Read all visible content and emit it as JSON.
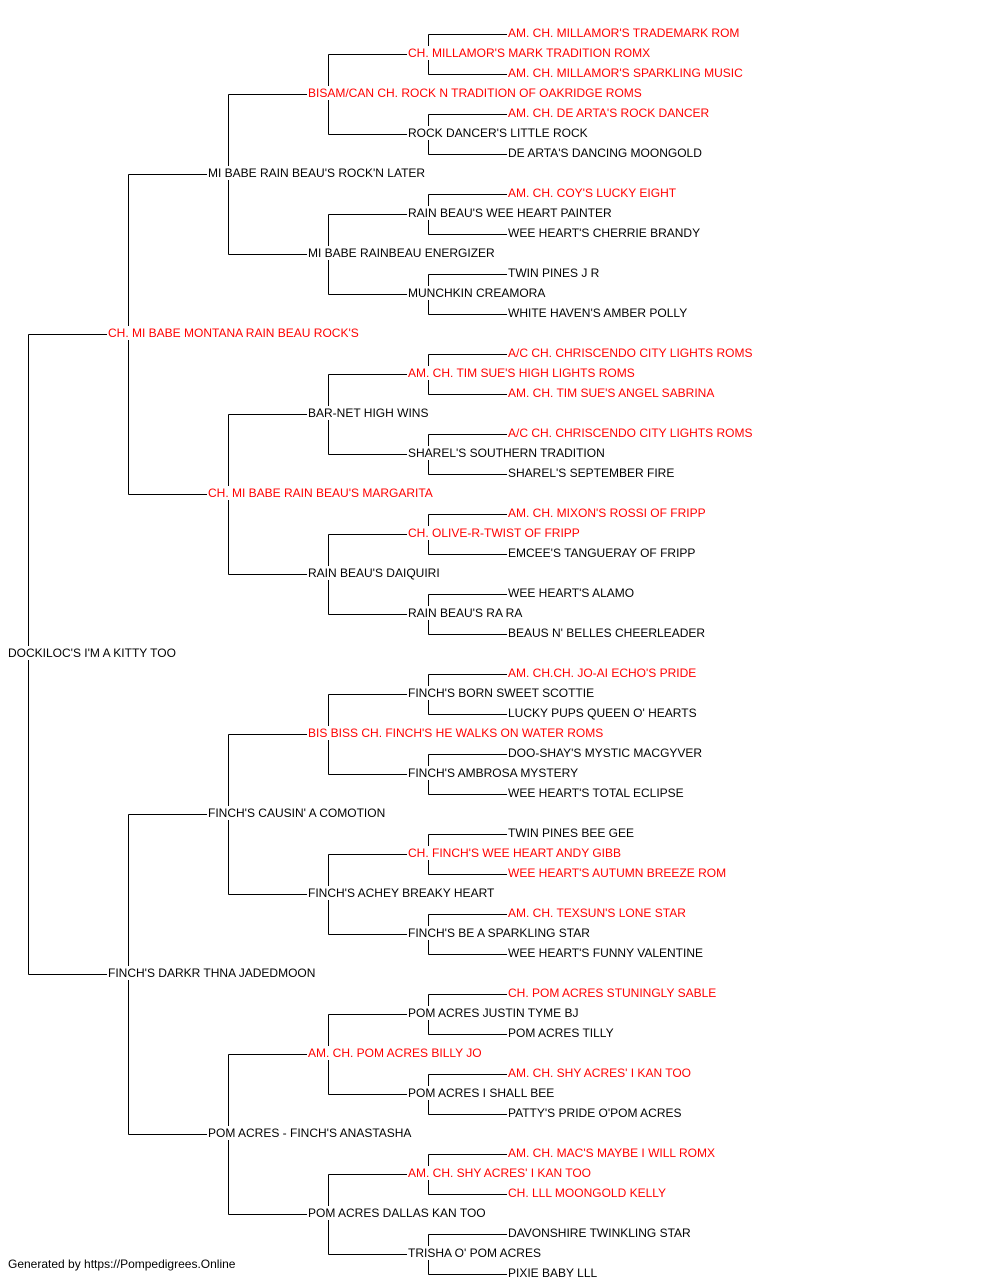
{
  "champion_color": "#ff0000",
  "normal_color": "#000000",
  "footer": "Generated by https://Pompedigrees.Online",
  "generations": [
    [
      {
        "name": "DOCKILOC'S I'M A KITTY TOO",
        "champion": false
      }
    ],
    [
      {
        "name": "CH. MI BABE MONTANA RAIN BEAU ROCK'S",
        "champion": true
      },
      {
        "name": "FINCH'S DARKR THNA JADEDMOON",
        "champion": false
      }
    ],
    [
      {
        "name": "MI BABE RAIN BEAU'S ROCK'N LATER",
        "champion": false
      },
      {
        "name": "CH. MI BABE RAIN BEAU'S MARGARITA",
        "champion": true
      },
      {
        "name": "FINCH'S CAUSIN' A COMOTION",
        "champion": false
      },
      {
        "name": "POM ACRES - FINCH'S ANASTASHA",
        "champion": false
      }
    ],
    [
      {
        "name": "BISAM/CAN CH. ROCK N TRADITION OF OAKRIDGE ROMS",
        "champion": true
      },
      {
        "name": "MI BABE RAINBEAU ENERGIZER",
        "champion": false
      },
      {
        "name": "BAR-NET HIGH WINS",
        "champion": false
      },
      {
        "name": "RAIN BEAU'S DAIQUIRI",
        "champion": false
      },
      {
        "name": "BIS BISS CH. FINCH'S HE WALKS ON WATER ROMS",
        "champion": true
      },
      {
        "name": "FINCH'S ACHEY BREAKY HEART",
        "champion": false
      },
      {
        "name": "AM. CH. POM ACRES BILLY JO",
        "champion": true
      },
      {
        "name": "POM ACRES DALLAS KAN TOO",
        "champion": false
      }
    ],
    [
      {
        "name": "CH. MILLAMOR'S MARK TRADITION ROMX",
        "champion": true
      },
      {
        "name": "ROCK DANCER'S LITTLE ROCK",
        "champion": false
      },
      {
        "name": "RAIN BEAU'S WEE HEART PAINTER",
        "champion": false
      },
      {
        "name": "MUNCHKIN CREAMORA",
        "champion": false
      },
      {
        "name": "AM. CH. TIM SUE'S HIGH LIGHTS ROMS",
        "champion": true
      },
      {
        "name": "SHAREL'S SOUTHERN TRADITION",
        "champion": false
      },
      {
        "name": "CH. OLIVE-R-TWIST OF FRIPP",
        "champion": true
      },
      {
        "name": "RAIN BEAU'S RA RA",
        "champion": false
      },
      {
        "name": "FINCH'S BORN SWEET SCOTTIE",
        "champion": false
      },
      {
        "name": "FINCH'S AMBROSA MYSTERY",
        "champion": false
      },
      {
        "name": "CH. FINCH'S WEE HEART ANDY GIBB",
        "champion": true
      },
      {
        "name": "FINCH'S BE A SPARKLING STAR",
        "champion": false
      },
      {
        "name": "POM ACRES JUSTIN TYME BJ",
        "champion": false
      },
      {
        "name": "POM ACRES I SHALL BEE",
        "champion": false
      },
      {
        "name": "AM. CH. SHY ACRES' I KAN TOO",
        "champion": true
      },
      {
        "name": "TRISHA O' POM ACRES",
        "champion": false
      }
    ],
    [
      {
        "name": "AM. CH. MILLAMOR'S TRADEMARK ROM",
        "champion": true
      },
      {
        "name": "AM. CH. MILLAMOR'S SPARKLING MUSIC",
        "champion": true
      },
      {
        "name": "AM. CH. DE ARTA'S ROCK DANCER",
        "champion": true
      },
      {
        "name": "DE ARTA'S DANCING MOONGOLD",
        "champion": false
      },
      {
        "name": "AM. CH. COY'S LUCKY EIGHT",
        "champion": true
      },
      {
        "name": "WEE HEART'S CHERRIE BRANDY",
        "champion": false
      },
      {
        "name": "TWIN PINES J R",
        "champion": false
      },
      {
        "name": "WHITE HAVEN'S AMBER POLLY",
        "champion": false
      },
      {
        "name": "A/C CH. CHRISCENDO CITY LIGHTS ROMS",
        "champion": true
      },
      {
        "name": "AM. CH. TIM SUE'S ANGEL SABRINA",
        "champion": true
      },
      {
        "name": "A/C CH. CHRISCENDO CITY LIGHTS ROMS",
        "champion": true
      },
      {
        "name": "SHAREL'S SEPTEMBER FIRE",
        "champion": false
      },
      {
        "name": "AM. CH. MIXON'S ROSSI OF FRIPP",
        "champion": true
      },
      {
        "name": "EMCEE'S TANGUERAY OF FRIPP",
        "champion": false
      },
      {
        "name": "WEE HEART'S ALAMO",
        "champion": false
      },
      {
        "name": "BEAUS N' BELLES CHEERLEADER",
        "champion": false
      },
      {
        "name": "AM. CH.CH. JO-AI ECHO'S PRIDE",
        "champion": true
      },
      {
        "name": "LUCKY PUPS QUEEN O' HEARTS",
        "champion": false
      },
      {
        "name": "DOO-SHAY'S MYSTIC MACGYVER",
        "champion": false
      },
      {
        "name": "WEE HEART'S TOTAL ECLIPSE",
        "champion": false
      },
      {
        "name": "TWIN PINES BEE GEE",
        "champion": false
      },
      {
        "name": "WEE HEART'S AUTUMN BREEZE ROM",
        "champion": true
      },
      {
        "name": "AM. CH. TEXSUN'S LONE STAR",
        "champion": true
      },
      {
        "name": "WEE HEART'S FUNNY VALENTINE",
        "champion": false
      },
      {
        "name": "CH. POM ACRES STUNINGLY SABLE",
        "champion": true
      },
      {
        "name": "POM ACRES TILLY",
        "champion": false
      },
      {
        "name": "AM. CH. SHY ACRES' I KAN TOO",
        "champion": true
      },
      {
        "name": "PATTY'S PRIDE O'POM ACRES",
        "champion": false
      },
      {
        "name": "AM. CH. MAC'S MAYBE I WILL ROMX",
        "champion": true
      },
      {
        "name": "CH. LLL MOONGOLD KELLY",
        "champion": true
      },
      {
        "name": "DAVONSHIRE TWINKLING STAR",
        "champion": false
      },
      {
        "name": "PIXIE BABY LLL",
        "champion": false
      }
    ]
  ]
}
